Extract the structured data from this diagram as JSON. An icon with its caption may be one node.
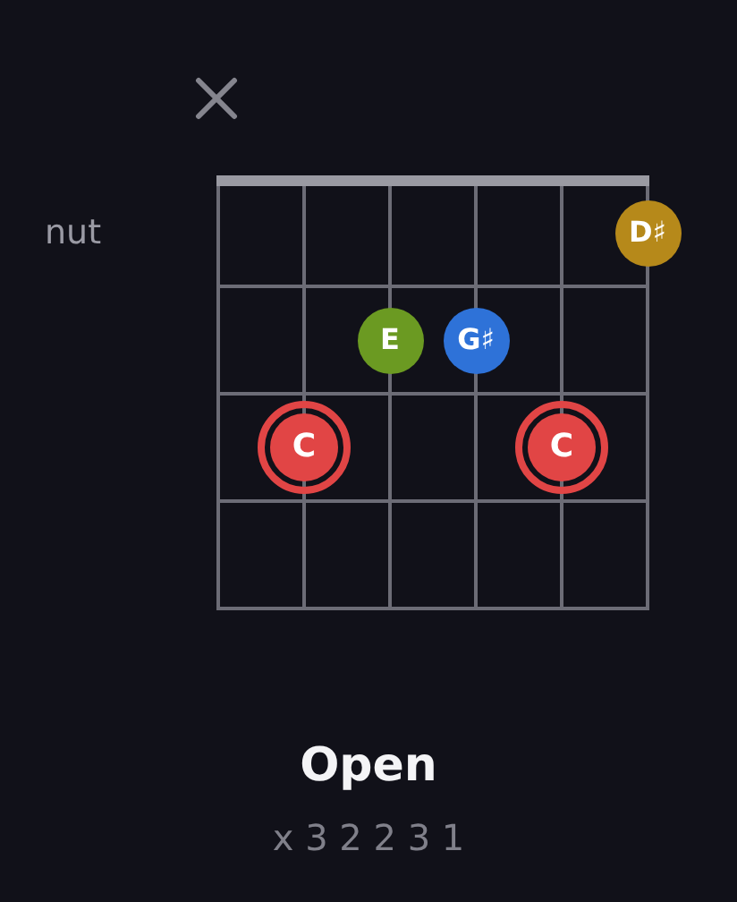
{
  "diagram": {
    "title": "Open",
    "caption": "x 3 2 2 3 1",
    "nodes": [
      {
        "text": [
          "D♯"
        ]
      },
      {
        "text": [
          "E"
        ]
      },
      {
        "text": [
          "G♯"
        ]
      },
      {
        "text": [
          "C"
        ]
      },
      {
        "text": [
          "C"
        ]
      }
    ],
    "labels": [
      "nut"
    ]
  }
}
